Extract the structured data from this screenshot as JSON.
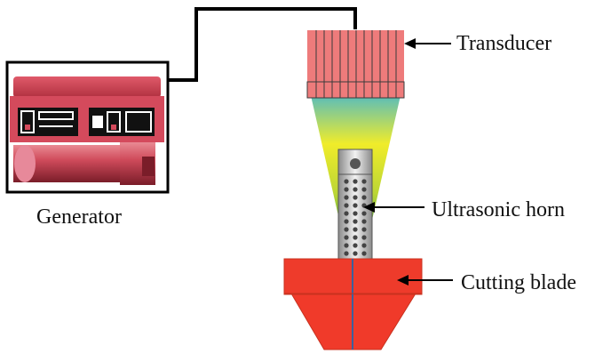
{
  "labels": {
    "generator": "Generator",
    "transducer": "Transducer",
    "horn": "Ultrasonic horn",
    "blade": "Cutting blade"
  },
  "colors": {
    "generator_body": "#d44a5c",
    "transducer": "#ee7b7b",
    "cone_top": "#1fa0d8",
    "cone_mid": "#f0ec2a",
    "cone_bottom": "#1c8f3a",
    "blade": "#ee3b2b",
    "seam": "#3d5f9c",
    "line": "#000000"
  }
}
